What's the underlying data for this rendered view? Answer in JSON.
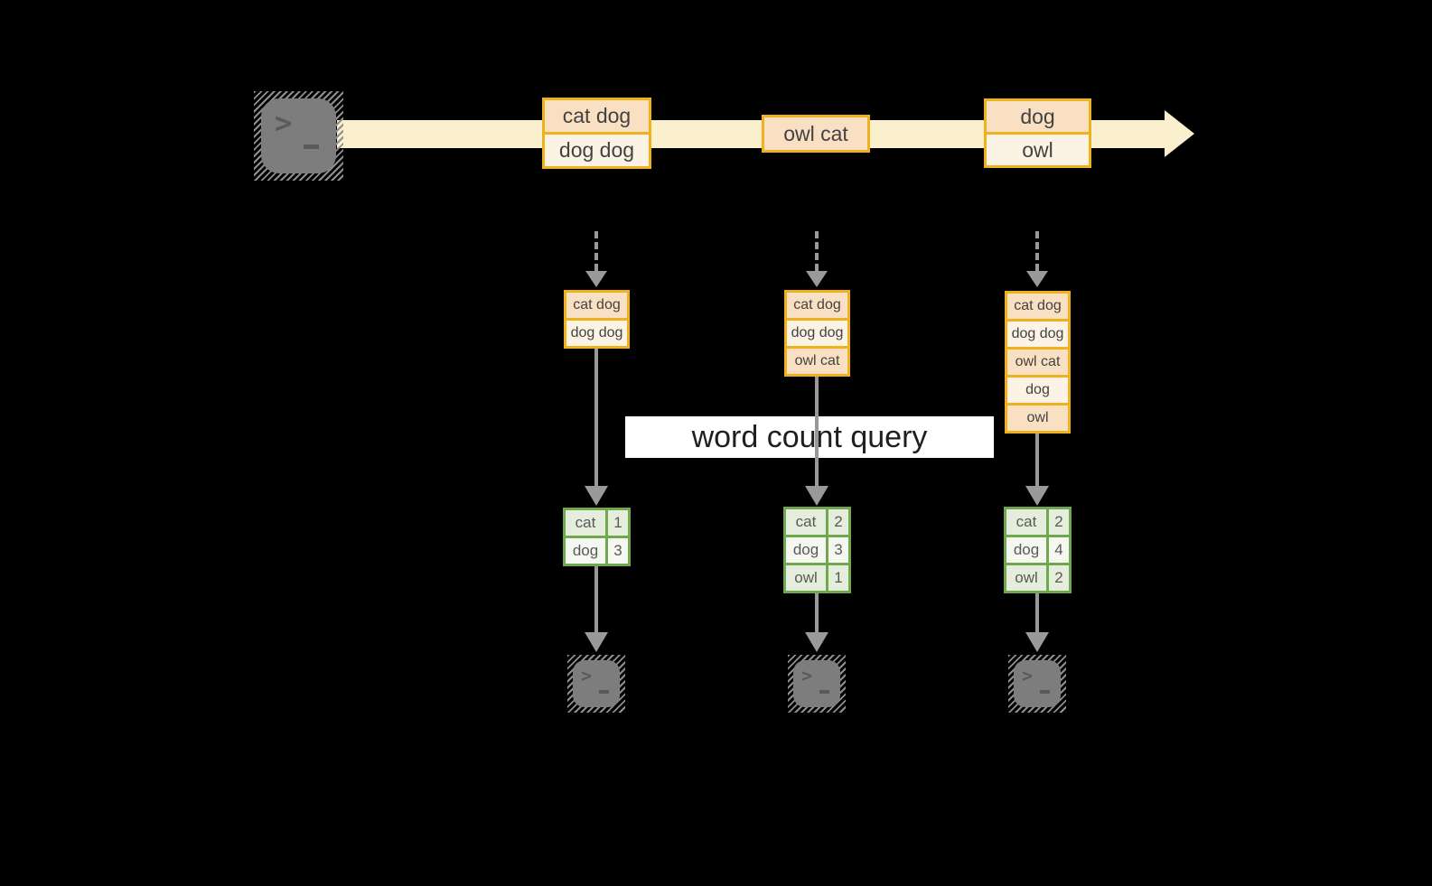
{
  "query": {
    "label": "word count query"
  },
  "stream": {
    "batches": [
      {
        "items": [
          "cat dog",
          "dog dog"
        ]
      },
      {
        "items": [
          "owl cat"
        ]
      },
      {
        "items": [
          "dog",
          "owl"
        ]
      }
    ]
  },
  "pipelines": [
    {
      "batch": [
        "cat dog",
        "dog dog"
      ],
      "counts": [
        {
          "word": "cat",
          "count": "1"
        },
        {
          "word": "dog",
          "count": "3"
        }
      ]
    },
    {
      "batch": [
        "cat dog",
        "dog dog",
        "owl cat"
      ],
      "counts": [
        {
          "word": "cat",
          "count": "2"
        },
        {
          "word": "dog",
          "count": "3"
        },
        {
          "word": "owl",
          "count": "1"
        }
      ]
    },
    {
      "batch": [
        "cat dog",
        "dog dog",
        "owl cat",
        "dog",
        "owl"
      ],
      "counts": [
        {
          "word": "cat",
          "count": "2"
        },
        {
          "word": "dog",
          "count": "4"
        },
        {
          "word": "owl",
          "count": "2"
        }
      ]
    }
  ],
  "icons": {
    "terminal_glyph": "❯_"
  },
  "colors": {
    "background": "#000000",
    "stream_fill": "#FBF0CE",
    "orange_border": "#F0B21C",
    "peach_fill": "#FAE0C2",
    "cream_fill": "#FDF3E4",
    "green_border": "#6FA84F",
    "green_cell": "#E5EEDC",
    "white_cell": "#F4F8F0",
    "arrow_gray": "#999999",
    "terminal_gray": "#7D7D7D",
    "banner_bg": "#FFFFFF"
  }
}
